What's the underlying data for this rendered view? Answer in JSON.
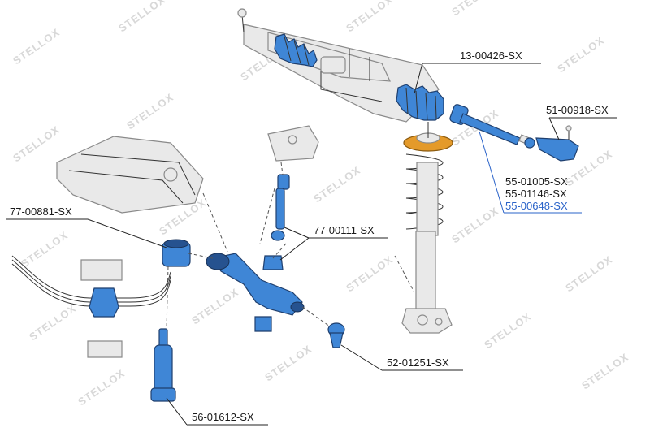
{
  "watermark": "STELLOX",
  "labels": {
    "rack": "13-00426-SX",
    "tie_rod_end": "51-00918-SX",
    "inner_tie_rod_1": "55-01005-SX",
    "inner_tie_rod_2": "55-01146-SX",
    "inner_tie_rod_3": "55-00648-SX",
    "stabilizer_bushing": "77-00881-SX",
    "control_arm_bushing": "77-00111-SX",
    "ball_joint": "52-01251-SX",
    "stabilizer_link": "56-01612-SX"
  },
  "colors": {
    "part_fill": "#3f86d6",
    "highlight_label": "#2a63c9",
    "spring_seat": "#e49a2a"
  }
}
